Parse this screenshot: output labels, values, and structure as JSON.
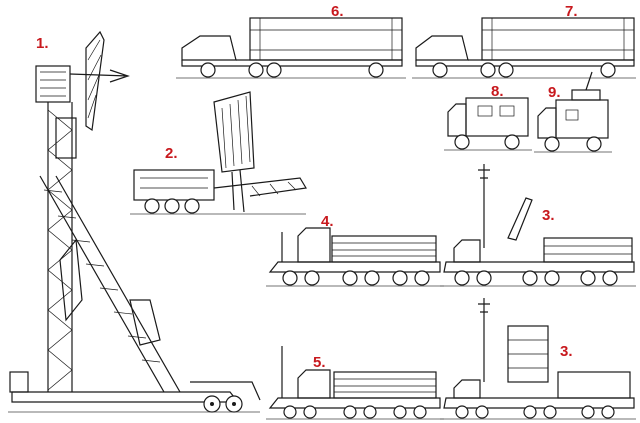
{
  "figure": {
    "label_color": "#c8191e",
    "line_color": "#1a1a1a",
    "background": "#ffffff"
  },
  "labels": {
    "item_1": "1.",
    "item_2": "2.",
    "item_3_top": "3.",
    "item_3_bottom": "3.",
    "item_4": "4.",
    "item_5": "5.",
    "item_6": "6.",
    "item_7": "7.",
    "item_8": "8.",
    "item_9": "9."
  }
}
